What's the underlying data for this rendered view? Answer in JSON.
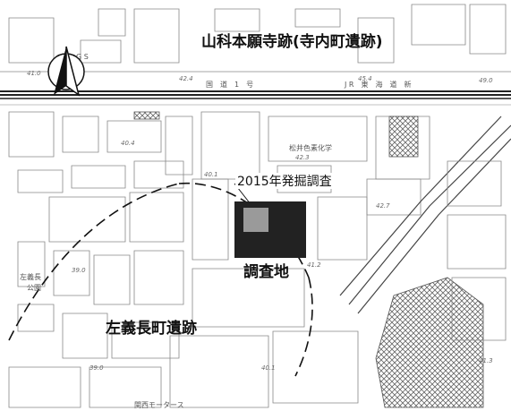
{
  "map": {
    "site_label_1": "山科本願寺跡(寺内町遺跡)",
    "site_label_2": "左義長町遺跡",
    "survey_label": "2015年発掘調査",
    "area_label": "調査地",
    "road_label": "国　道　1　号",
    "rail_label": "J R　東　海　道　新",
    "factory_label": "松井色素化学",
    "motors_label": "関西モータース",
    "park_label_a": "左義長",
    "park_label_b": "公園",
    "gs_label": "G S",
    "elevations": [
      "41.0",
      "42.4",
      "45.4",
      "49.0",
      "40.4",
      "40.1",
      "42.3",
      "42.7",
      "41.2",
      "39.0",
      "39.0",
      "40.1",
      "41.3"
    ],
    "north_arrow": "north-arrow-icon",
    "colors": {
      "ink": "#111111",
      "line": "#777777",
      "survey_fill": "#222222",
      "trench_fill": "#9a9a9a"
    }
  }
}
